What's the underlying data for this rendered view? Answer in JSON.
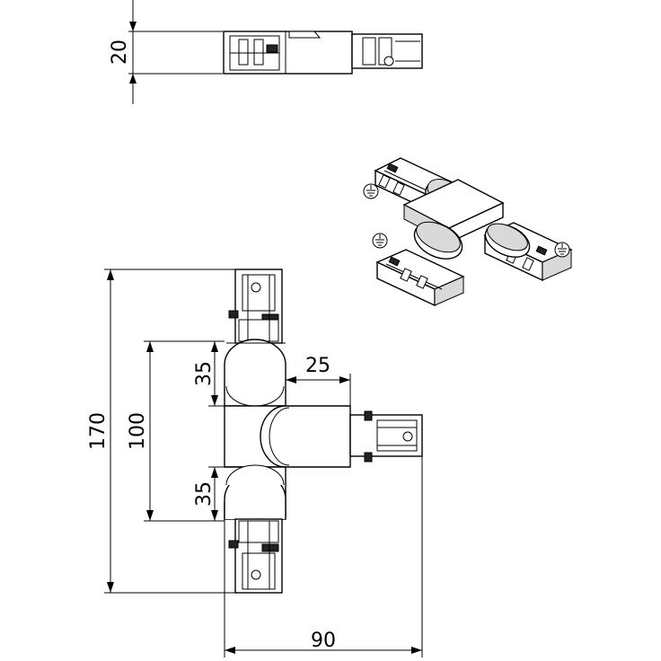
{
  "dimensions": {
    "height_side": "20",
    "overall_height": "170",
    "branch_spacing": "100",
    "upper_segment": "35",
    "lower_segment": "35",
    "branch_offset": "25",
    "overall_width": "90"
  },
  "icons": [
    "earth-symbol-icon",
    "earth-symbol-icon",
    "earth-symbol-icon"
  ]
}
